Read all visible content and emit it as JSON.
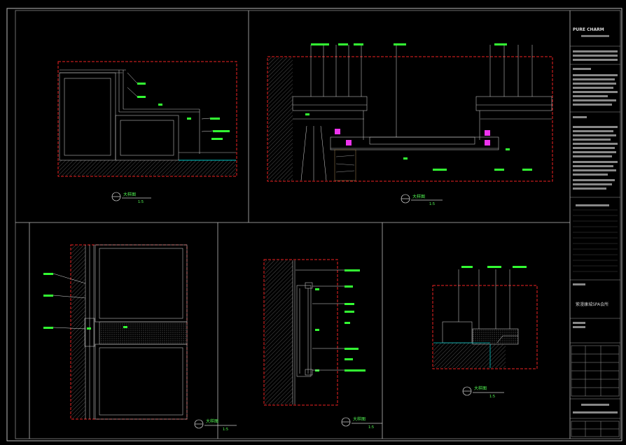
{
  "title_block": {
    "logo_text": "PURE CHARM",
    "project_name": "紫漫康城SPA会所"
  },
  "details": [
    {
      "title": "大样图",
      "scale": "1:5"
    },
    {
      "title": "大样图",
      "scale": "1:5"
    },
    {
      "title": "大样图",
      "scale": "1:5"
    },
    {
      "title": "大样图",
      "scale": "1:5"
    },
    {
      "title": "大样图",
      "scale": "1:5"
    }
  ]
}
